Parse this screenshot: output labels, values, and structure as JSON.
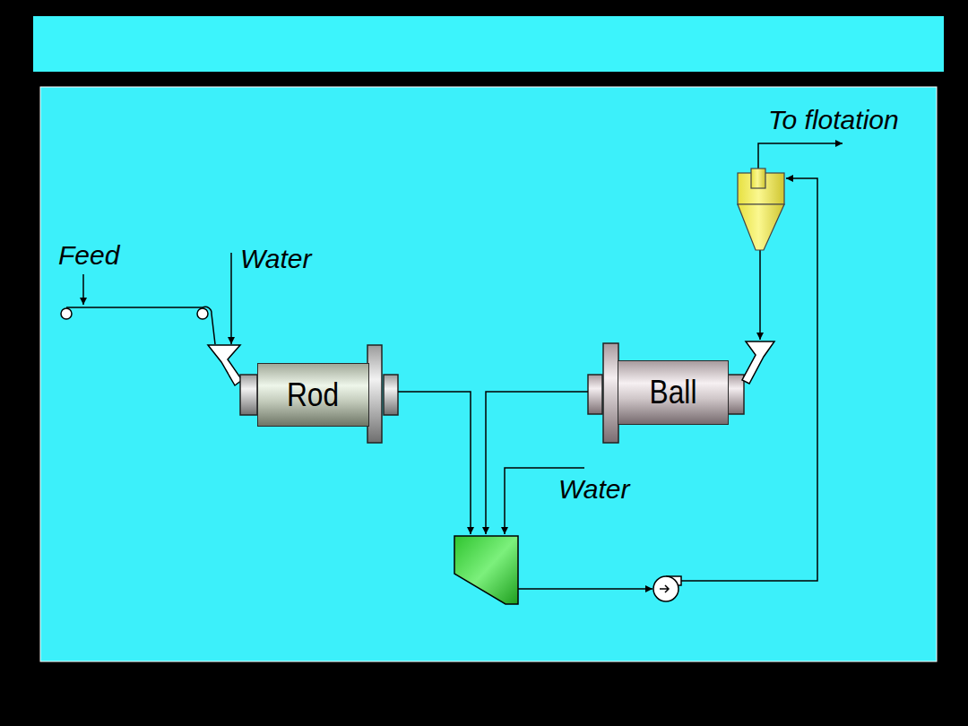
{
  "diagram": {
    "nodes": [
      {
        "text": [
          "Rod"
        ]
      },
      {
        "text": [
          "Ball"
        ]
      }
    ],
    "labels": [
      "Feed",
      "Water",
      "Water",
      "To flotation"
    ]
  }
}
